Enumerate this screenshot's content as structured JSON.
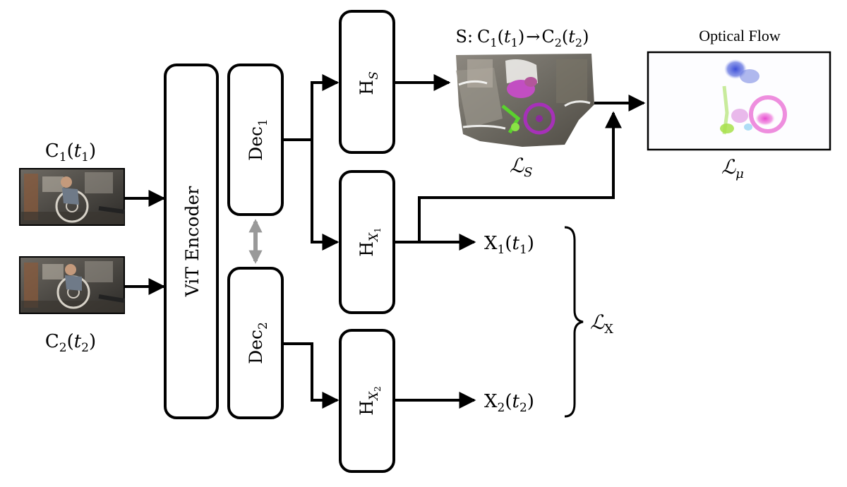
{
  "inputs": {
    "c1": {
      "letter": "C",
      "sub": "1",
      "arg": "t",
      "arg_sub": "1"
    },
    "c2": {
      "letter": "C",
      "sub": "2",
      "arg": "t",
      "arg_sub": "2"
    }
  },
  "encoder": {
    "label": "ViT Encoder"
  },
  "decoders": [
    {
      "base": "Dec",
      "sub": "1"
    },
    {
      "base": "Dec",
      "sub": "2"
    }
  ],
  "heads": {
    "hs": {
      "base": "H",
      "sub": "S"
    },
    "hx1": {
      "base": "H",
      "sub": "X",
      "subsub": "1"
    },
    "hx2": {
      "base": "H",
      "sub": "X",
      "subsub": "2"
    }
  },
  "outputs": {
    "x1": {
      "letter": "X",
      "sub": "1",
      "arg": "t",
      "arg_sub": "1"
    },
    "x2": {
      "letter": "X",
      "sub": "2",
      "arg": "t",
      "arg_sub": "2"
    }
  },
  "scene_flow": {
    "prefix": "S:",
    "from": {
      "letter": "C",
      "sub": "1",
      "arg": "t",
      "arg_sub": "1"
    },
    "arrow": "→",
    "to": {
      "letter": "C",
      "sub": "2",
      "arg": "t",
      "arg_sub": "2"
    }
  },
  "optical_flow": {
    "title": "Optical Flow"
  },
  "losses": {
    "ls": {
      "sym": "ℒ",
      "sub": "S"
    },
    "lmu": {
      "sym": "ℒ",
      "sub": "μ"
    },
    "lx": {
      "sym": "ℒ",
      "sub": "X"
    }
  },
  "colors": {
    "line": "#000000",
    "bidir_arrow": "#999999"
  }
}
